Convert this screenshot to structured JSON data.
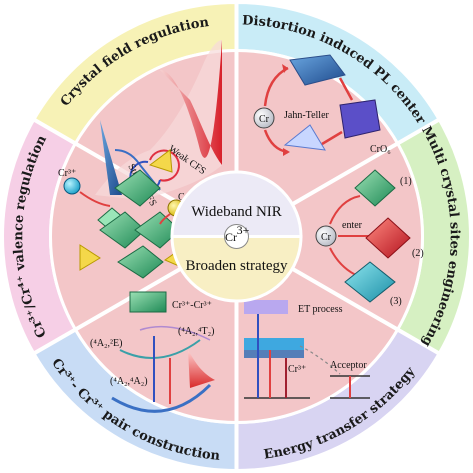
{
  "center": {
    "top_text": "Wideband NIR",
    "ion": "Cr",
    "ion_sup": "3+",
    "bottom_text": "Broaden strategy"
  },
  "segments": [
    {
      "label": "Crystal field regulation",
      "color": "#f7f2b6"
    },
    {
      "label": "Distortion induced PL center",
      "color": "#c9ecf7"
    },
    {
      "label": "Multi crystal sites engineering",
      "color": "#d6f0c2"
    },
    {
      "label": "Energy transfer strategy",
      "color": "#d8d4f2"
    },
    {
      "label": "Cr³⁺- Cr³⁺ pair construction",
      "color": "#c8dcf5"
    },
    {
      "label": "Cr³⁺/Cr⁴⁺ valence regulation",
      "color": "#f6cfe6"
    }
  ],
  "panels": {
    "crystal_field": {
      "weak": "Weak CFS",
      "strong": "Strong CFS"
    },
    "distortion": {
      "cr": "Cr",
      "jahn_teller": "Jahn-Teller",
      "cro6": "CrO₆"
    },
    "multisite": {
      "cr": "Cr",
      "enter": "enter",
      "site1": "(1)",
      "site2": "(2)",
      "site3": "(3)"
    },
    "energy_transfer": {
      "et": "ET process",
      "cr3": "Cr³⁺",
      "acceptor": "Acceptor"
    },
    "pair": {
      "pair_label": "Cr³⁺-Cr³⁺",
      "state_e": "(⁴A₂,²E)",
      "state_t": "(⁴A₂,⁴T₂)",
      "state_a": "(⁴A₂,⁴A₂)"
    },
    "valence": {
      "cr3": "Cr³⁺",
      "cr4": "Cr⁴⁺"
    }
  },
  "colors": {
    "inner_pink": "#f3c6c8",
    "center_top": "#eceaf6",
    "center_bottom": "#f8efc4",
    "accent_red": "#e04040"
  }
}
